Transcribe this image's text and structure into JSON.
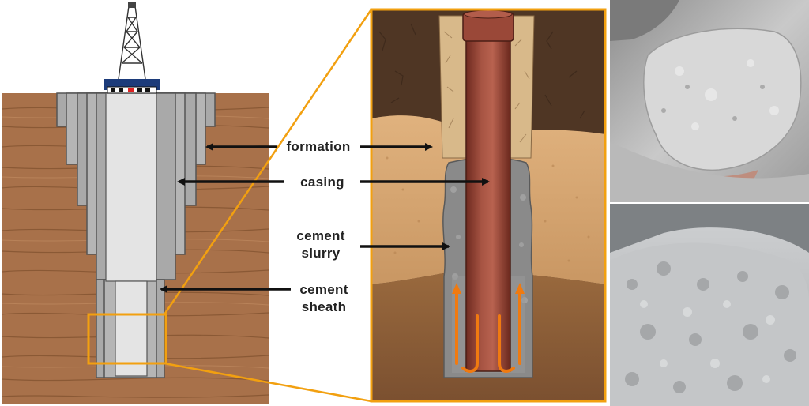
{
  "labels": {
    "formation": "formation",
    "casing": "casing",
    "cement_slurry_line1": "cement",
    "cement_slurry_line2": "slurry",
    "cement_sheath_line1": "cement",
    "cement_sheath_line2": "sheath"
  },
  "colors": {
    "formation_wood": "#a8714a",
    "casing_grey": "#a9a9a9",
    "bore_fill": "#e4e4e4",
    "highlight_orange": "#f2a010",
    "pipe_red": "#8e3c2c",
    "flow_arrow": "#f07a10",
    "cement_photo": "#bdbdbd"
  },
  "icons": [
    "drilling-rig-icon",
    "photo-cement-powder-hand",
    "photo-cement-pile"
  ]
}
